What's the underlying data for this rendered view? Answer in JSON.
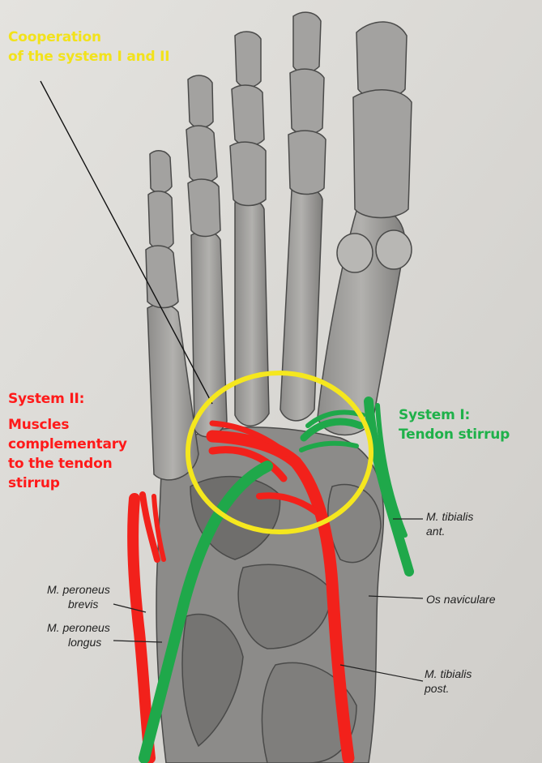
{
  "annotations": {
    "cooperation": {
      "lines": [
        "Cooperation",
        "of the system I and II"
      ],
      "color": "#f2e21b"
    },
    "system2": {
      "lines": [
        "System II:",
        "Muscles",
        "complementary",
        "to the tendon",
        "stirrup"
      ],
      "color": "#ff1a1a"
    },
    "system1": {
      "lines": [
        "System I:",
        "Tendon stirrup"
      ],
      "color": "#1fb14a"
    }
  },
  "labels": {
    "tibialis_ant": {
      "lines": [
        "M. tibialis",
        "ant."
      ]
    },
    "os_naviculare": {
      "lines": [
        "Os naviculare"
      ]
    },
    "peroneus_brevis": {
      "lines": [
        "M. peroneus",
        "brevis"
      ]
    },
    "peroneus_longus": {
      "lines": [
        "M. peroneus",
        "longus"
      ]
    },
    "tibialis_post": {
      "lines": [
        "M. tibialis",
        "post."
      ]
    }
  },
  "colors": {
    "muscle_red": "#f2211b",
    "tendon_green": "#1fa84a",
    "ring_yellow": "#f5e71e",
    "bone_gray": "#9a9a98",
    "paper": "#d9d8d4"
  }
}
